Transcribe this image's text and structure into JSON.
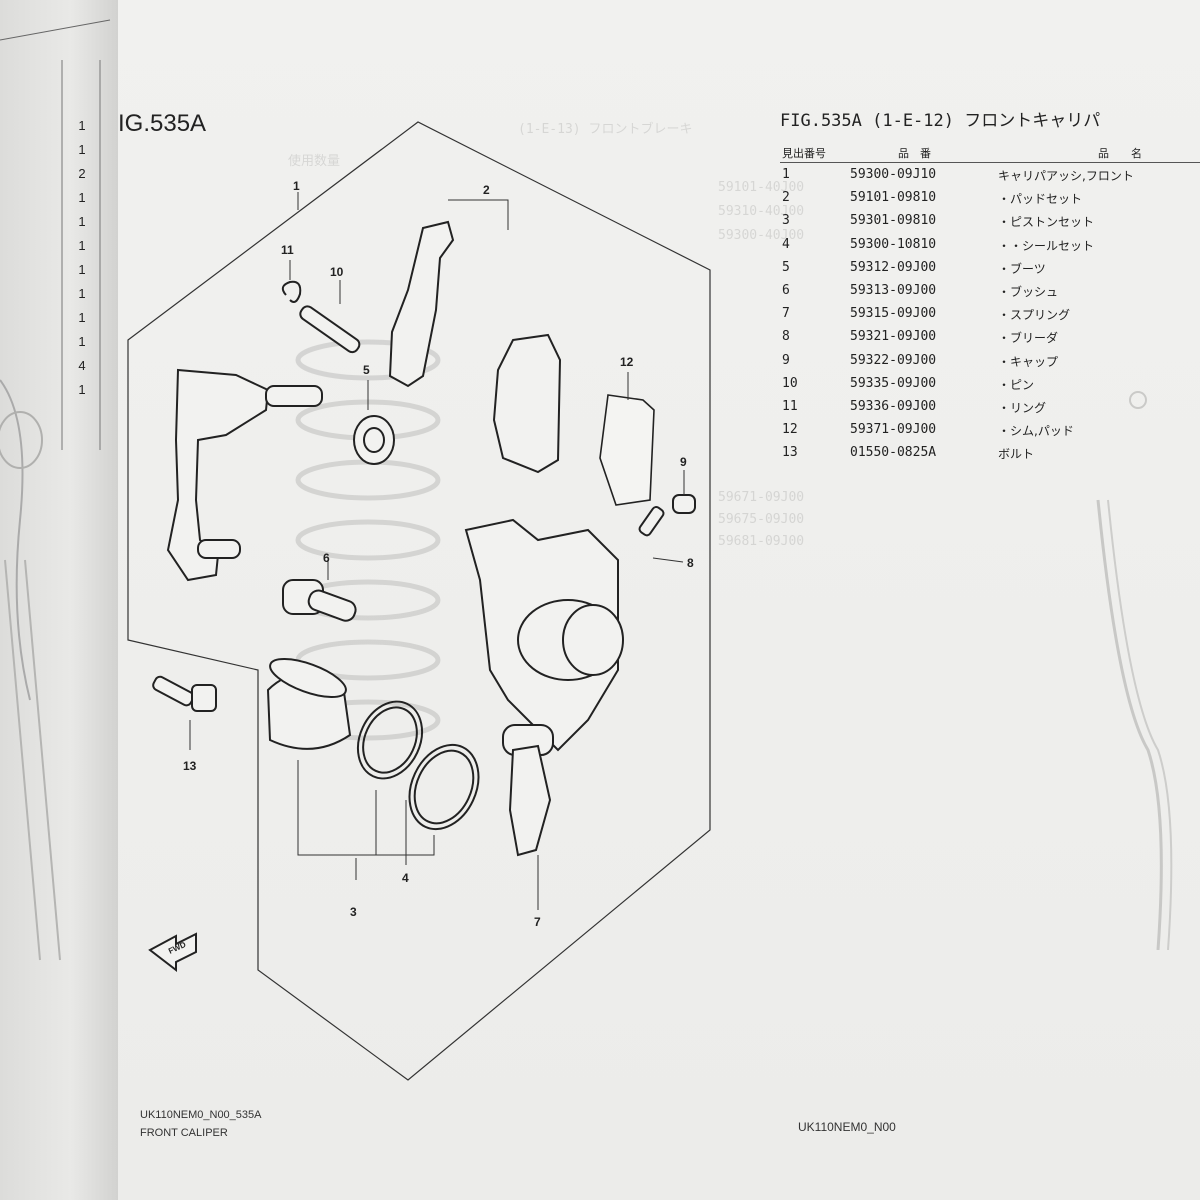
{
  "figure": {
    "title_left": "IG.535A",
    "title_right": "FIG.535A (1-E-12) フロントキャリパ",
    "callouts": [
      "1",
      "2",
      "3",
      "4",
      "5",
      "6",
      "7",
      "8",
      "9",
      "10",
      "11",
      "12",
      "13"
    ],
    "fwd_label": "FWD"
  },
  "table": {
    "headers": {
      "no": "見出番号",
      "part": "品　番",
      "name": "品　　名"
    },
    "rows": [
      {
        "no": "1",
        "part": "59300-09J10",
        "name": "キャリパアッシ,フロント"
      },
      {
        "no": "2",
        "part": "59101-09810",
        "name": "・パッドセット"
      },
      {
        "no": "3",
        "part": "59301-09810",
        "name": "・ピストンセット"
      },
      {
        "no": "4",
        "part": "59300-10810",
        "name": "・・シールセット"
      },
      {
        "no": "5",
        "part": "59312-09J00",
        "name": "・ブーツ"
      },
      {
        "no": "6",
        "part": "59313-09J00",
        "name": "・ブッシュ"
      },
      {
        "no": "7",
        "part": "59315-09J00",
        "name": "・スプリング"
      },
      {
        "no": "8",
        "part": "59321-09J00",
        "name": "・ブリーダ"
      },
      {
        "no": "9",
        "part": "59322-09J00",
        "name": "・キャップ"
      },
      {
        "no": "10",
        "part": "59335-09J00",
        "name": "・ピン"
      },
      {
        "no": "11",
        "part": "59336-09J00",
        "name": "・リング"
      },
      {
        "no": "12",
        "part": "59371-09J00",
        "name": "・シム,パッド"
      },
      {
        "no": "13",
        "part": "01550-0825A",
        "name": "ボルト"
      }
    ]
  },
  "prev_page": {
    "qty_column": [
      "1",
      "1",
      "2",
      "1",
      "1",
      "1",
      "1",
      "1",
      "1",
      "1",
      "4",
      "1"
    ]
  },
  "footer": {
    "code_left": "UK110NEM0_N00_535A",
    "caption": "FRONT CALIPER",
    "code_right": "UK110NEM0_N00"
  },
  "colors": {
    "paper": "#eeeeec",
    "ink": "#222222",
    "ghost": "#c8c8c6"
  }
}
